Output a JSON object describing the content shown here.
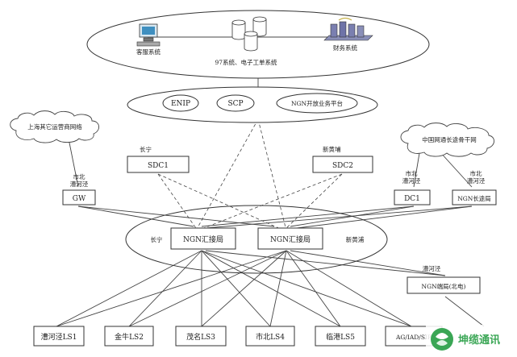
{
  "diagram": {
    "top_system": {
      "customer_system": "客服系统",
      "main_label": "97系统、电子工单系统",
      "finance_system": "财务系统"
    },
    "platform": {
      "enip": "ENIP",
      "scp": "SCP",
      "ngn_platform": "NGN开放业务平台"
    },
    "clouds": {
      "left": "上海其它运营商网络",
      "right": "中国网通长途骨干网"
    },
    "sdc": {
      "left_site": "长宁",
      "left_box": "SDC1",
      "right_site": "新黄埔",
      "right_box": "SDC2"
    },
    "gateways": {
      "gw_site": "市北\n漕河泾",
      "gw_box": "GW",
      "dc1_site": "市北\n漕河泾",
      "dc1_box": "DC1",
      "ngnld_site": "市北\n漕河泾",
      "ngnld_box": "NGN长途局"
    },
    "core": {
      "left_site": "长宁",
      "left_box": "NGN汇接局",
      "right_box": "NGN汇接局",
      "right_site": "新黄浦"
    },
    "end_office": {
      "site": "漕河泾",
      "box": "NGN端局(北电)"
    },
    "ls": [
      "漕河泾LS1",
      "金牛LS2",
      "茂名LS3",
      "市北LS4",
      "临港LS5",
      "AG/IAD/SIP"
    ]
  },
  "watermark": {
    "text": "坤缆通讯"
  },
  "colors": {
    "line": "#444444",
    "watermark": "#3aa655"
  }
}
